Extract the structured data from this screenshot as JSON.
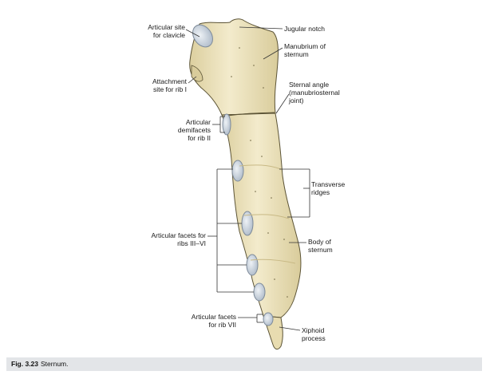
{
  "labels": {
    "articular_site_clavicle": "Articular site\nfor clavicle",
    "jugular_notch": "Jugular notch",
    "manubrium": "Manubrium of\nsternum",
    "attachment_rib1": "Attachment\nsite for rib I",
    "sternal_angle": "Sternal angle\n(manubriosternal\njoint)",
    "demifacets_rib2": "Articular\ndemifacets\nfor rib II",
    "transverse_ridges": "Transverse\nridges",
    "facets_rib3_6": "Articular facets for\nribs III–VI",
    "body_sternum": "Body of\nsternum",
    "facets_rib7": "Articular facets\nfor rib VII",
    "xiphoid": "Xiphoid\nprocess"
  },
  "caption": {
    "number": "Fig. 3.23",
    "text": "Sternum."
  },
  "colors": {
    "bone": "#efe6c4",
    "bone_shadow": "#d8cb9c",
    "outline": "#5c5436",
    "facet": "#c9d4df",
    "facet_rim": "#7d8a99",
    "leader": "#333333",
    "caption_bg": "#e3e5e8"
  }
}
